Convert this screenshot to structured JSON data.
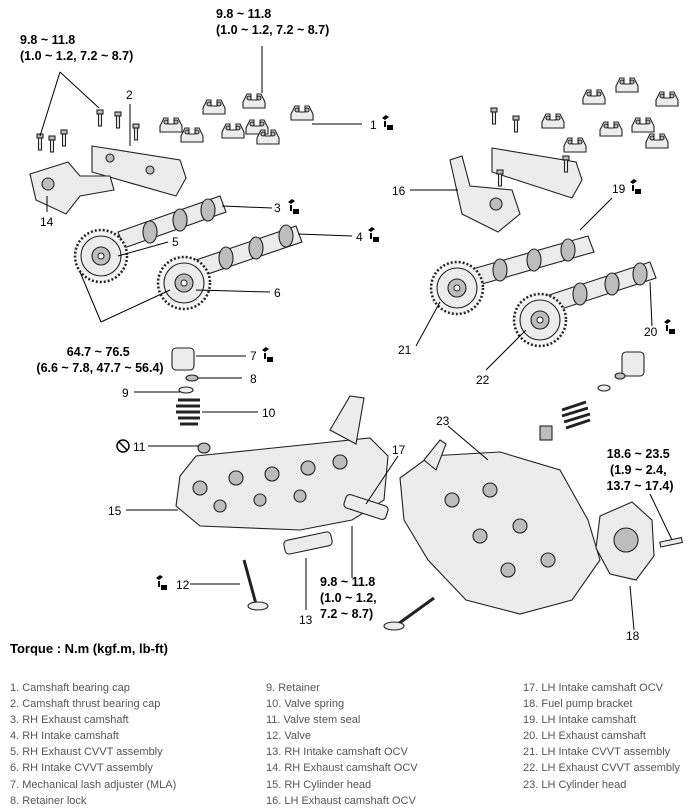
{
  "torque_labels": {
    "t_bolt_left": [
      "9.8 ~ 11.8",
      "(1.0 ~ 1.2, 7.2 ~ 8.7)"
    ],
    "t_bolt_top": [
      "9.8 ~ 11.8",
      "(1.0 ~ 1.2, 7.2 ~ 8.7)"
    ],
    "t_cvvt": [
      "64.7 ~ 76.5",
      "(6.6 ~ 7.8, 47.7 ~ 56.4)"
    ],
    "t_pump": [
      "18.6 ~ 23.5",
      "(1.9 ~ 2.4,",
      "13.7 ~ 17.4)"
    ],
    "t_ocv": [
      "9.8 ~ 11.8",
      "(1.0 ~ 1.2,",
      "7.2 ~ 8.7)"
    ]
  },
  "callouts": [
    "1",
    "2",
    "3",
    "4",
    "5",
    "6",
    "7",
    "8",
    "9",
    "10",
    "11",
    "12",
    "13",
    "14",
    "15",
    "16",
    "17",
    "18",
    "19",
    "20",
    "21",
    "22",
    "23"
  ],
  "torque_unit_title": "Torque : N.m (kgf.m, lb-ft)",
  "legend": [
    [
      "1. Camshaft bearing cap",
      "2. Camshaft thrust bearing cap",
      "3. RH Exhaust camshaft",
      "4. RH Intake camshaft",
      "5. RH Exhaust CVVT assembly",
      "6. RH Intake CVVT assembly",
      "7. Mechanical lash adjuster (MLA)",
      "8. Retainer lock"
    ],
    [
      "9. Retainer",
      "10. Valve spring",
      "11. Valve stem seal",
      "12. Valve",
      "13. RH Intake camshaft OCV",
      "14. RH Exhaust camshaft OCV",
      "15. RH Cylinder head",
      "16. LH Exhaust camshaft OCV"
    ],
    [
      "17. LH Intake camshaft OCV",
      "18. Fuel pump bracket",
      "19. LH Intake camshaft",
      "20. LH Exhaust camshaft",
      "21. LH Intake CVVT assembly",
      "22. LH Exhaust CVVT assembly",
      "23. LH Cylinder head"
    ]
  ],
  "colors": {
    "line": "#000000",
    "legend_text": "#555555"
  }
}
